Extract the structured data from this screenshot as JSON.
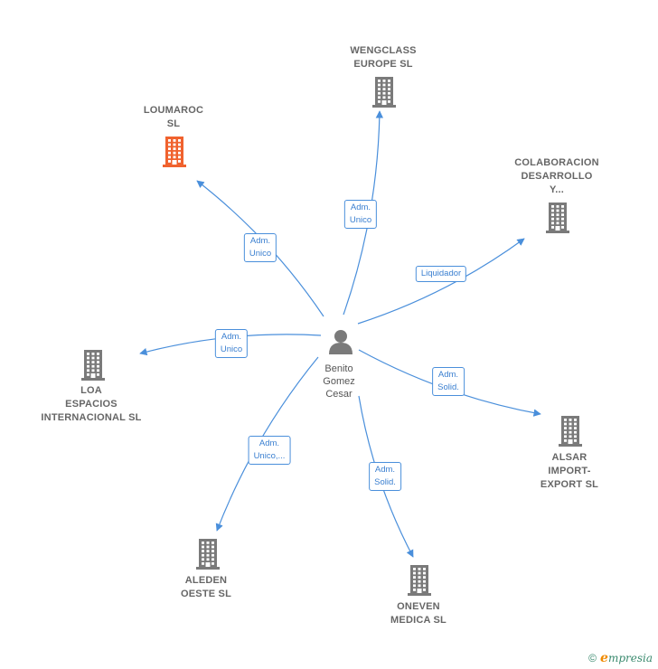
{
  "center": {
    "name_lines": [
      "Benito",
      "Gomez",
      "Cesar"
    ]
  },
  "companies": [
    {
      "id": "loumaroc",
      "lines": [
        "LOUMAROC",
        "SL"
      ],
      "highlight": true
    },
    {
      "id": "wengclass",
      "lines": [
        "WENGCLASS",
        "EUROPE  SL"
      ],
      "highlight": false
    },
    {
      "id": "colaboracion",
      "lines": [
        "COLABORACION",
        "DESARROLLO",
        "Y..."
      ],
      "highlight": false
    },
    {
      "id": "loa",
      "lines": [
        "LOA",
        "ESPACIOS",
        "INTERNACIONAL SL"
      ],
      "highlight": false
    },
    {
      "id": "alsar",
      "lines": [
        "ALSAR",
        "IMPORT-",
        "EXPORT SL"
      ],
      "highlight": false
    },
    {
      "id": "aleden",
      "lines": [
        "ALEDEN",
        "OESTE  SL"
      ],
      "highlight": false
    },
    {
      "id": "oneven",
      "lines": [
        "ONEVEN",
        "MEDICA  SL"
      ],
      "highlight": false
    }
  ],
  "relations": [
    {
      "target": "loumaroc",
      "label_lines": [
        "Adm.",
        "Unico"
      ]
    },
    {
      "target": "wengclass",
      "label_lines": [
        "Adm.",
        "Unico"
      ]
    },
    {
      "target": "colaboracion",
      "label_lines": [
        "Liquidador"
      ]
    },
    {
      "target": "loa",
      "label_lines": [
        "Adm.",
        "Unico"
      ]
    },
    {
      "target": "alsar",
      "label_lines": [
        "Adm.",
        "Solid."
      ]
    },
    {
      "target": "aleden",
      "label_lines": [
        "Adm.",
        "Unico,..."
      ]
    },
    {
      "target": "oneven",
      "label_lines": [
        "Adm.",
        "Solid."
      ]
    }
  ],
  "colors": {
    "edge": "#4a8fdb",
    "building": "#7a7a7a",
    "building_highlight": "#f0622e",
    "person": "#7a7a7a"
  },
  "footer": {
    "copyright": "©",
    "brand_initial": "e",
    "brand_rest": "mpresia"
  }
}
